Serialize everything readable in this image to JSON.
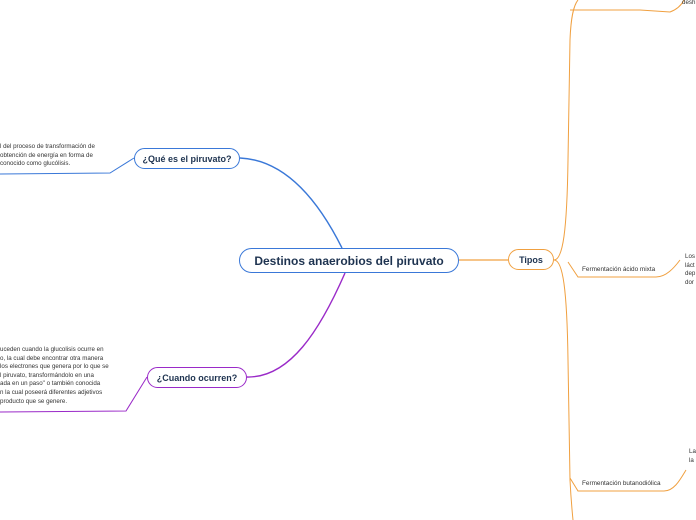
{
  "root": {
    "title": "Destinos anaerobios del piruvato"
  },
  "topics": {
    "piruvato": {
      "label": "¿Qué es el piruvato?",
      "text_lines": [
        "l del proceso de transformación de",
        "obtención de energía en forma de",
        "conocido como glucólisis."
      ]
    },
    "cuando": {
      "label": "¿Cuando ocurren?",
      "text_lines": [
        "uceden cuando la glucolisis ocurre en",
        "o, la cual debe encontrar otra manera",
        "los electrones que genera por lo que se",
        "l piruvato, transformándolo en una",
        "ada en un paso\" o también conocida",
        "n la cual poseerá diferentes adjetivos",
        "producto que se genere."
      ]
    },
    "tipos": {
      "label": "Tipos",
      "subtopics": [
        {
          "label": "",
          "text_lines": [
            "desh"
          ]
        },
        {
          "label": "Fermentación ácido mixta",
          "text_lines": [
            "Los",
            "láct",
            "dep",
            "dor"
          ]
        },
        {
          "label": "Fermentación butanodiólica",
          "text_lines": [
            "La",
            "la"
          ]
        }
      ]
    }
  },
  "colors": {
    "blue_branch": "#3a78d8",
    "purple_branch": "#9a2ac8",
    "orange_branch": "#f0a040",
    "node_text": "#1e3350"
  }
}
